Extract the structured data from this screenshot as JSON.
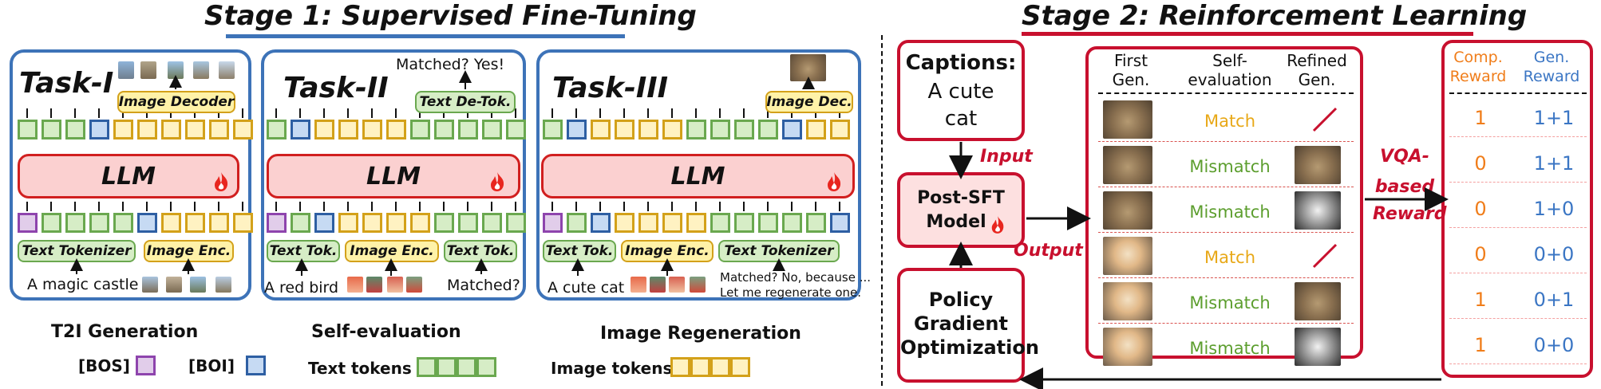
{
  "stage1": {
    "title": "Stage 1: Supervised Fine-Tuning",
    "tasks": [
      {
        "title": "Task-I",
        "llm_label": "LLM",
        "decoder_label": "Image Decoder",
        "text_tokenizer_label": "Text Tokenizer",
        "image_encoder_label": "Image Enc.",
        "prompt": "A magic castle"
      },
      {
        "title": "Task-II",
        "llm_label": "LLM",
        "decoder_label": "Text De-Tok.",
        "text_tokenizer_label": "Text Tok.",
        "image_encoder_label": "Image Enc.",
        "text_tokenizer2_label": "Text Tok.",
        "prompt": "A red bird",
        "question": "Matched?",
        "output": "Matched? Yes!"
      },
      {
        "title": "Task-III",
        "llm_label": "LLM",
        "decoder_label": "Image Dec.",
        "text_tokenizer_label": "Text Tok.",
        "image_encoder_label": "Image Enc.",
        "text_tokenizer2_label": "Text Tokenizer",
        "prompt": "A cute cat",
        "feedback_line1": "Matched? No, because ...",
        "feedback_line2": "Let me regenerate one."
      }
    ],
    "legend": {
      "t2i": "T2I Generation",
      "self_eval": "Self-evaluation",
      "regen": "Image Regeneration",
      "bos": "[BOS]",
      "boi": "[BOI]",
      "text_tokens": "Text tokens",
      "image_tokens": "Image tokens"
    }
  },
  "stage2": {
    "title": "Stage 2: Reinforcement Learning",
    "captions_label": "Captions:",
    "caption_text_line1": "A cute",
    "caption_text_line2": "cat",
    "input_label": "Input",
    "output_label": "Output",
    "model_label_line1": "Post-SFT",
    "model_label_line2": "Model",
    "policy_line1": "Policy",
    "policy_line2": "Gradient",
    "policy_line3": "Optimization",
    "vqa_line1": "VQA-",
    "vqa_line2": "based",
    "vqa_line3": "Reward",
    "headers": {
      "first_gen_1": "First",
      "first_gen_2": "Gen.",
      "self_eval_1": "Self-",
      "self_eval_2": "evaluation",
      "refined_1": "Refined",
      "refined_2": "Gen.",
      "comp_1": "Comp.",
      "comp_2": "Reward",
      "gen_1": "Gen.",
      "gen_2": "Reward"
    },
    "rows": [
      {
        "first": "cat",
        "eval": "Match",
        "refined": "none",
        "comp": "1",
        "gen": "1+1"
      },
      {
        "first": "cat",
        "eval": "Mismatch",
        "refined": "cat",
        "comp": "0",
        "gen": "1+1"
      },
      {
        "first": "cat",
        "eval": "Mismatch",
        "refined": "husky",
        "comp": "0",
        "gen": "1+0"
      },
      {
        "first": "puppy",
        "eval": "Match",
        "refined": "none",
        "comp": "0",
        "gen": "0+0"
      },
      {
        "first": "puppy",
        "eval": "Mismatch",
        "refined": "cat",
        "comp": "1",
        "gen": "0+1"
      },
      {
        "first": "puppy",
        "eval": "Mismatch",
        "refined": "husky",
        "comp": "1",
        "gen": "0+0"
      }
    ]
  },
  "colors": {
    "panel_blue": "#3d73b8",
    "stage2_red": "#c8102e",
    "text_token_green": "#6aa84f",
    "image_token_gold": "#d3a11a",
    "bos_purple": "#8e44ad",
    "boi_blue": "#2e5fa3",
    "match_gold": "#e8a817",
    "mismatch_green": "#5c9e2e",
    "comp_orange": "#f07d1a",
    "gen_blue": "#3b76c4"
  }
}
